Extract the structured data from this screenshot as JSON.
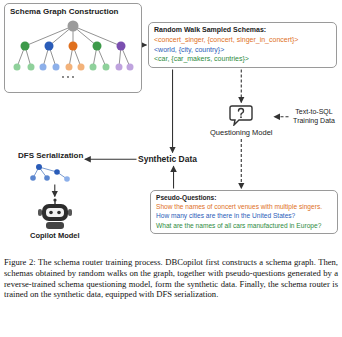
{
  "diagram": {
    "caption": "Figure 2: The schema router training process. DBCopilot first constructs a schema graph. Then, schemas obtained by random walks on the graph, together with pseudo-questions generated by a reverse-trained schema questioning model, form the synthetic data. Finally, the schema router is trained on the synthetic data, equipped with DFS serialization.",
    "nodes": [
      {
        "text": [
          "Schema Graph Construction"
        ]
      },
      {
        "text": [
          "Random Walk Sampled Schemas:",
          "<concert_singer, {concert, singer_in_concert}>",
          "<world, {city, country}>",
          "<car, {car_makers, countries}>"
        ]
      },
      {
        "text": [
          "Synthetic Data"
        ]
      },
      {
        "text": [
          "Questioning Model"
        ]
      },
      {
        "text": [
          "Text-to-SQL Training Data"
        ]
      },
      {
        "text": [
          "Pseudo-Questions:",
          "Show the names of concert venues with multiple singers.",
          "How many cities are there in the United States?",
          "What are the names of all cars manufactured in Europe?"
        ]
      },
      {
        "text": [
          "DFS Serialization"
        ]
      },
      {
        "text": [
          "Copilot Model"
        ]
      }
    ],
    "edges": [
      {
        "from": 0,
        "to": 1,
        "arrow": "to"
      },
      {
        "from": 1,
        "to": 2,
        "arrow": "to"
      },
      {
        "from": 1,
        "to": 3,
        "arrow": "to"
      },
      {
        "from": 4,
        "to": 3,
        "arrow": "to"
      },
      {
        "from": 3,
        "to": 5,
        "arrow": "to"
      },
      {
        "from": 5,
        "to": 2,
        "arrow": "to"
      },
      {
        "from": 2,
        "to": 6,
        "arrow": "to"
      },
      {
        "from": 6,
        "to": 7,
        "arrow": "to"
      }
    ]
  }
}
